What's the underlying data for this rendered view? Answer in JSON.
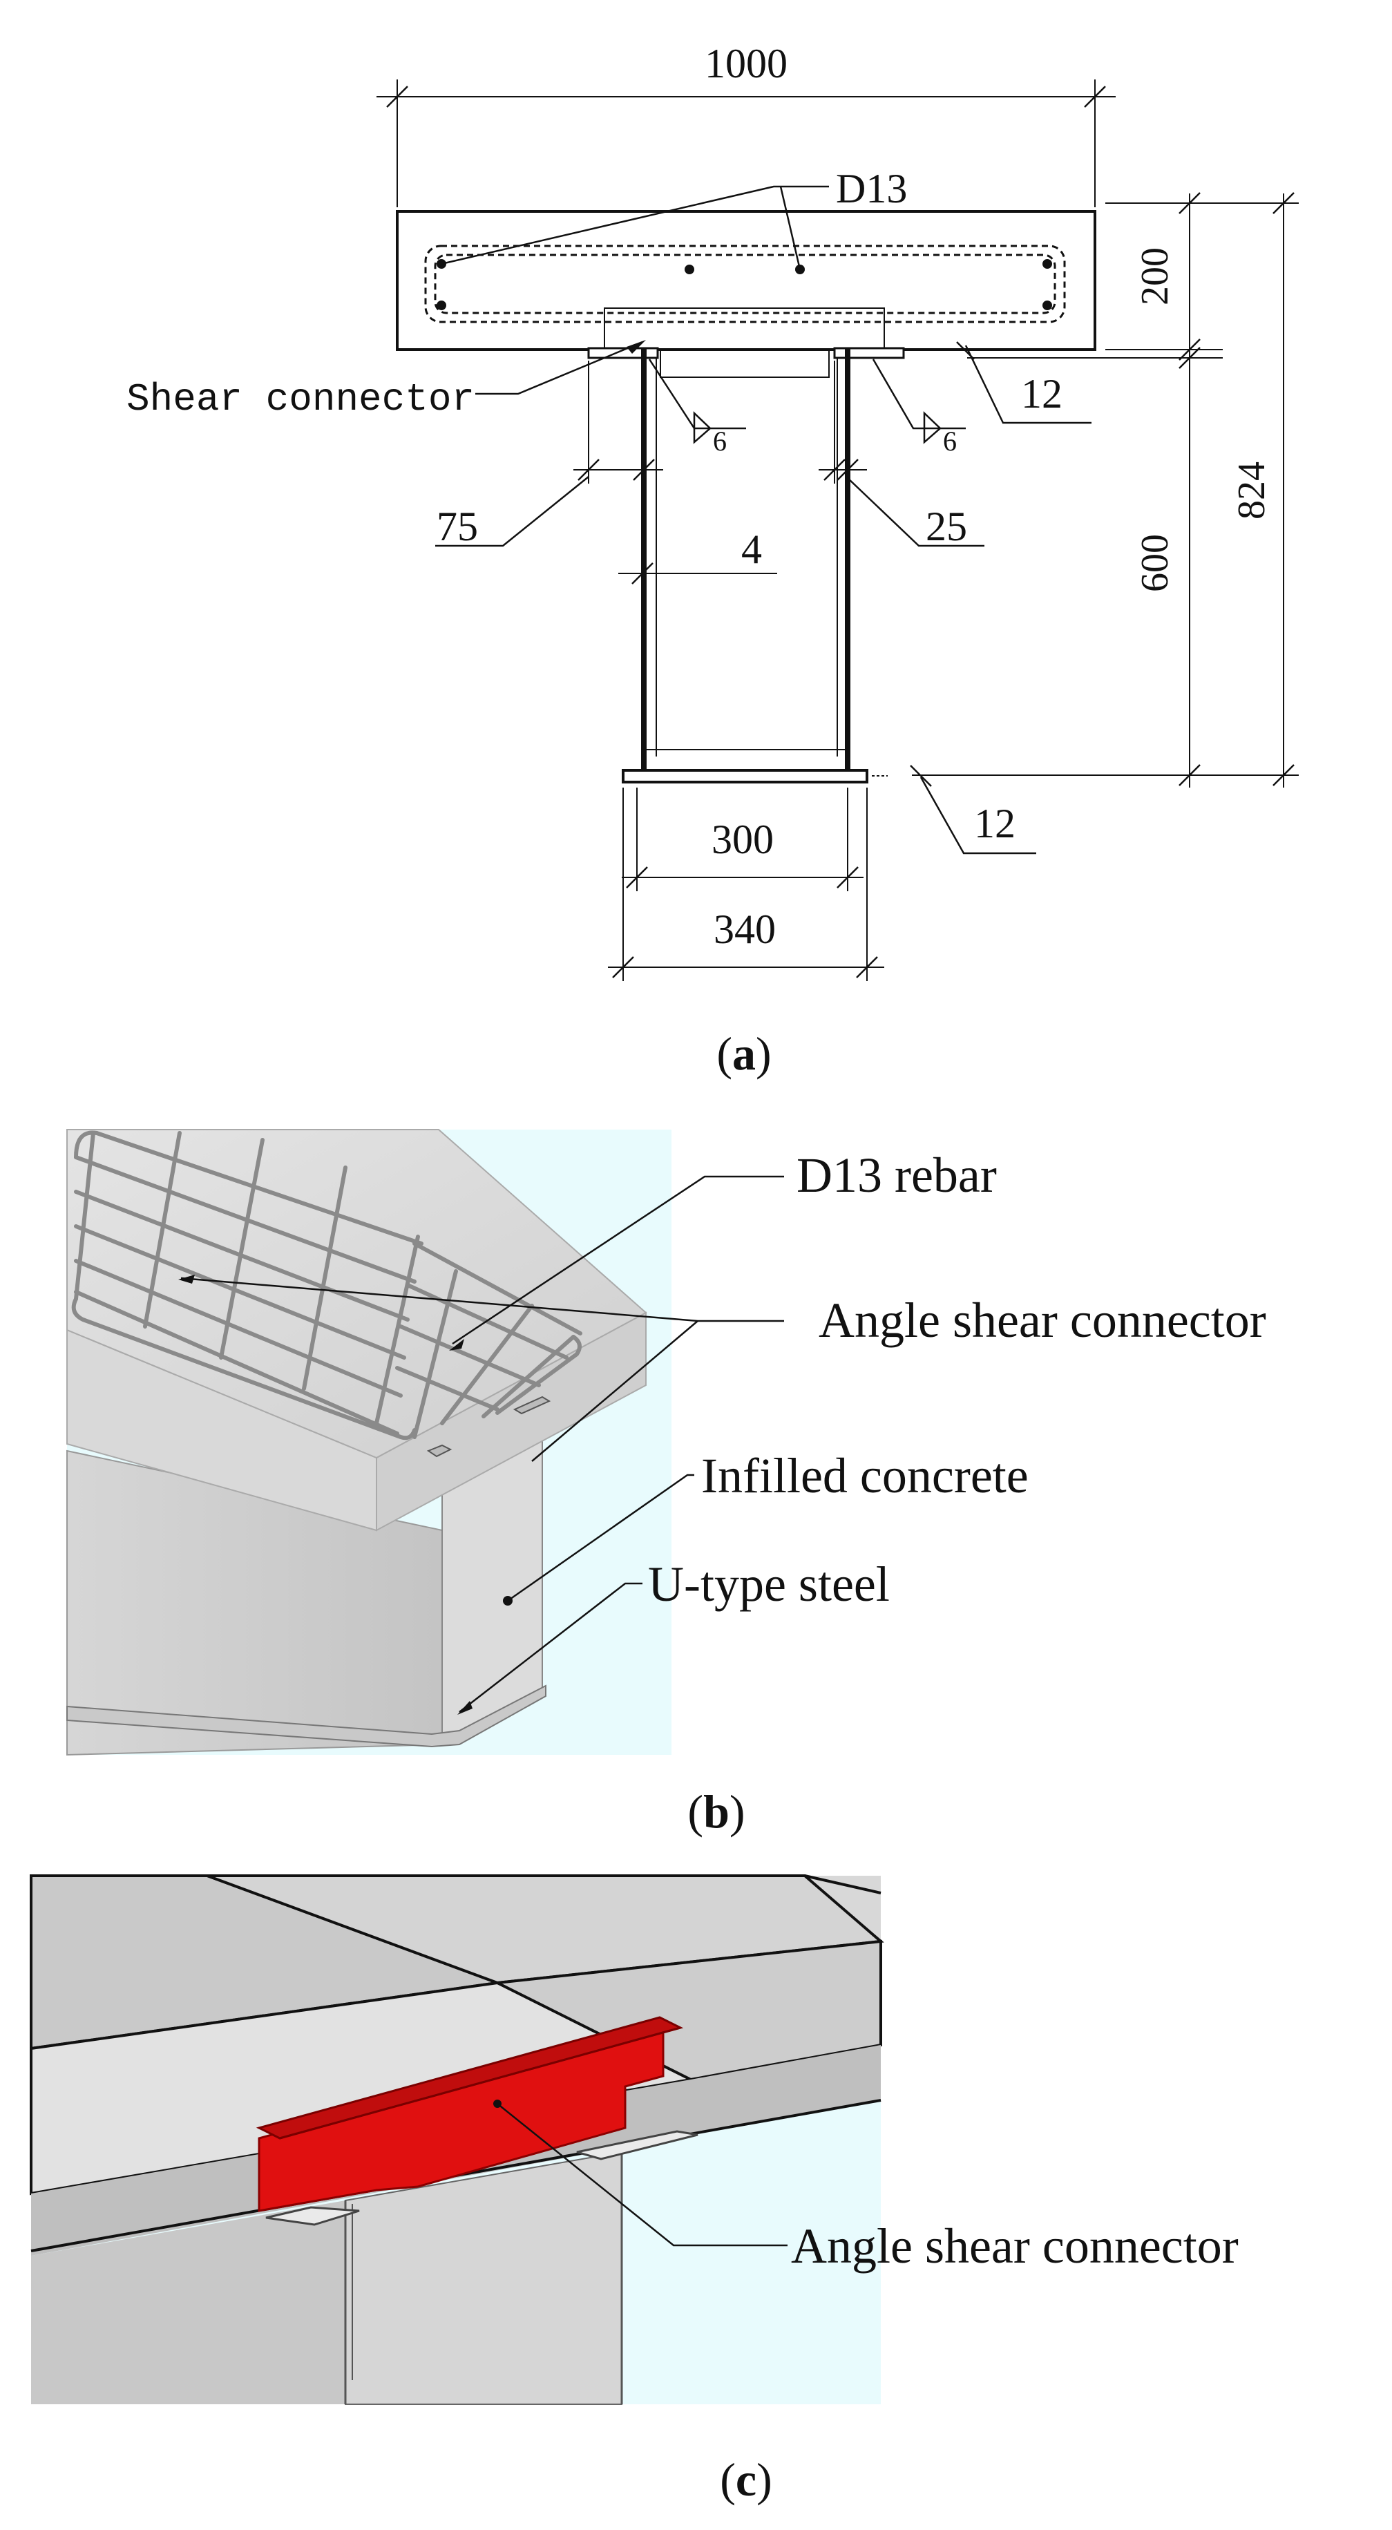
{
  "panel_a": {
    "caption_letter": "a",
    "dims": {
      "width_top": "1000",
      "slab_depth": "200",
      "total_depth": "824",
      "web_depth": "600",
      "flange_thk_top": "12",
      "flange_thk_bottom": "12",
      "plate_75": "75",
      "web_thk": "4",
      "plate_25": "25",
      "inner_width": "300",
      "outer_width": "340",
      "weld_left": "6",
      "weld_right": "6"
    },
    "labels": {
      "rebar": "D13",
      "shear_connector": "Shear connector"
    }
  },
  "panel_b": {
    "caption_letter": "b",
    "labels": {
      "rebar": "D13 rebar",
      "connector": "Angle shear connector",
      "concrete": "Infilled concrete",
      "steel": "U-type steel"
    },
    "colors": {
      "background": "#e8fbfd"
    }
  },
  "panel_c": {
    "caption_letter": "c",
    "labels": {
      "connector": "Angle shear connector"
    },
    "colors": {
      "connector": "#e01010"
    }
  }
}
